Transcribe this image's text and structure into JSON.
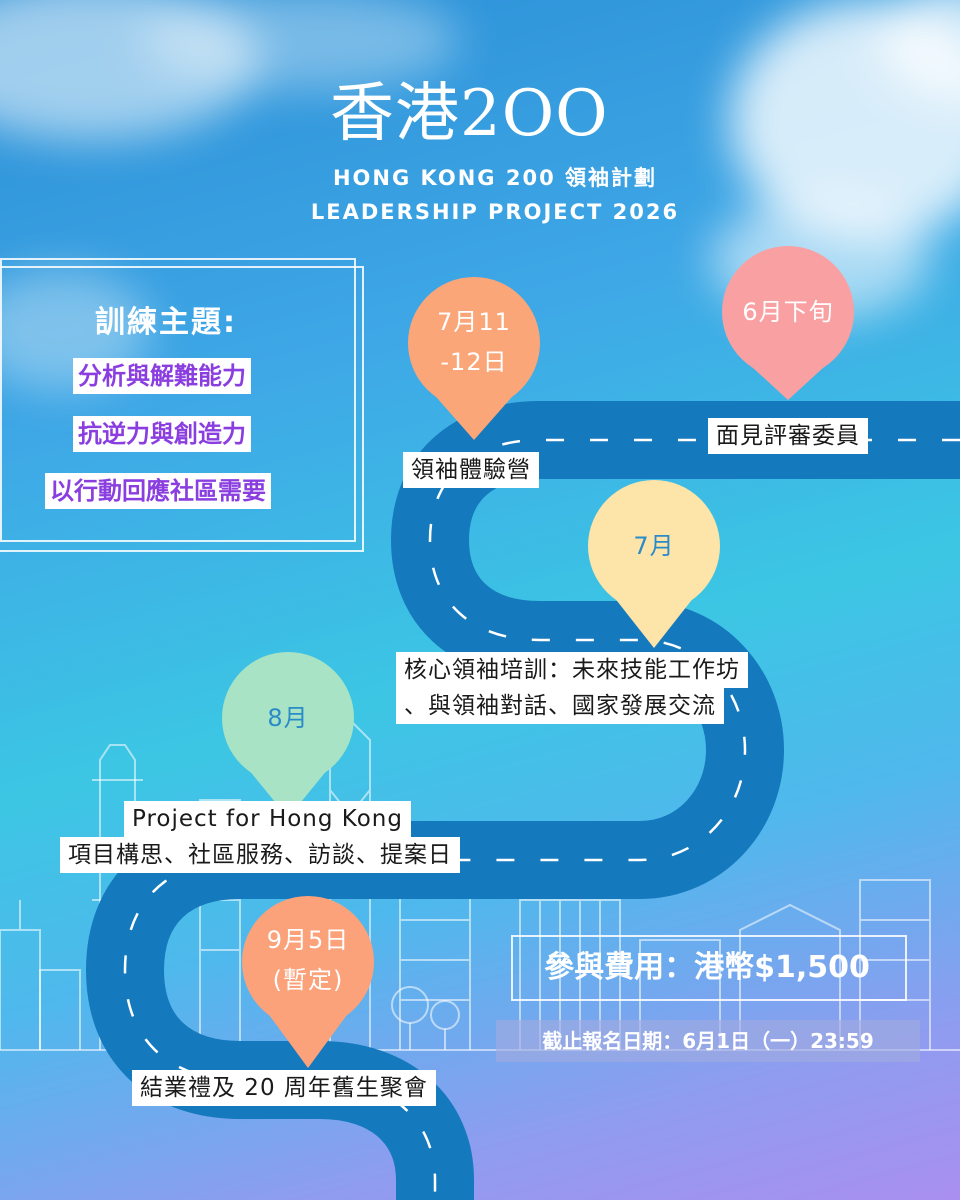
{
  "logo": {
    "main": "香港2OO",
    "line1": "HONG KONG 200 領袖計劃",
    "line2": "LEADERSHIP PROJECT 2026"
  },
  "topics": {
    "title": "訓練主題:",
    "items": [
      "分析與解難能力",
      "抗逆力與創造力",
      "以行動回應社區需要"
    ]
  },
  "timeline": [
    {
      "date": "6月下旬",
      "label": "面見評審委員",
      "pin_color": "#f9a0a2"
    },
    {
      "date_lines": [
        "7月11",
        "-12日"
      ],
      "label": "領袖體驗營",
      "pin_color": "#fba678"
    },
    {
      "date": "7月",
      "label_lines": [
        "核心領袖培訓：未來技能工作坊",
        "、與領袖對話、國家發展交流"
      ],
      "pin_color": "#fde4a8"
    },
    {
      "date": "8月",
      "label_lines": [
        "Project for Hong Kong",
        "項目構思、社區服務、訪談、提案日"
      ],
      "pin_color": "#a7e3c4"
    },
    {
      "date_lines": [
        "9月5日",
        "(暫定)"
      ],
      "label": "結業禮及 20 周年舊生聚會",
      "pin_color": "#fba27a"
    }
  ],
  "fee": "參與費用：港幣$1,500",
  "deadline": "截止報名日期：6月1日（一）23:59",
  "colors": {
    "road": "#1479bd",
    "topic_text": "#8a3ee0",
    "pin_text": "#ffffff",
    "pin_text_light": "#2a8bc8"
  }
}
